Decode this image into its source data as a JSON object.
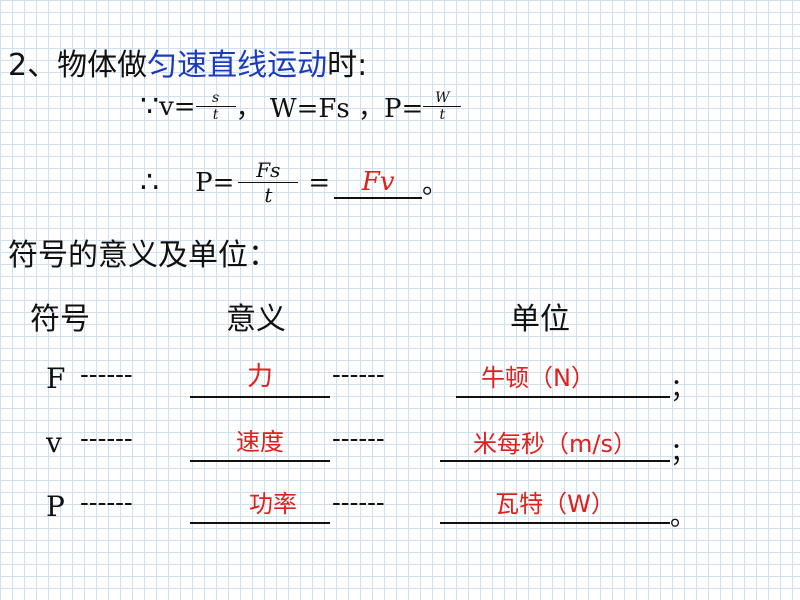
{
  "heading": {
    "prefix": "2、物体做",
    "highlight": "匀速直线运动",
    "suffix": "时:"
  },
  "line1": {
    "because": "∵",
    "v_eq": "v=",
    "v_num": "s",
    "v_den": "t",
    "mid": "， W=Fs ，P=",
    "p_num": "W",
    "p_den": "t"
  },
  "line2": {
    "therefore": "∴",
    "p_eq": "P=",
    "num": "Fs",
    "den": "t",
    "eq": "=",
    "answer": "Fv",
    "end": "。"
  },
  "section_title": "符号的意义及单位：",
  "headers": {
    "symbol": "符号",
    "meaning": "意义",
    "unit": "单位"
  },
  "rows": [
    {
      "symbol": "F",
      "dash1": "------",
      "meaning": "力",
      "dash2": "------",
      "unit": "牛顿（N）",
      "end": "；"
    },
    {
      "symbol": "v",
      "dash1": "------",
      "meaning": "速度",
      "dash2": "------",
      "unit": "米每秒（m/s）",
      "end": "；"
    },
    {
      "symbol": "P",
      "dash1": "------",
      "meaning": "功率",
      "dash2": "------",
      "unit": "瓦特（W）",
      "end": "。"
    }
  ]
}
